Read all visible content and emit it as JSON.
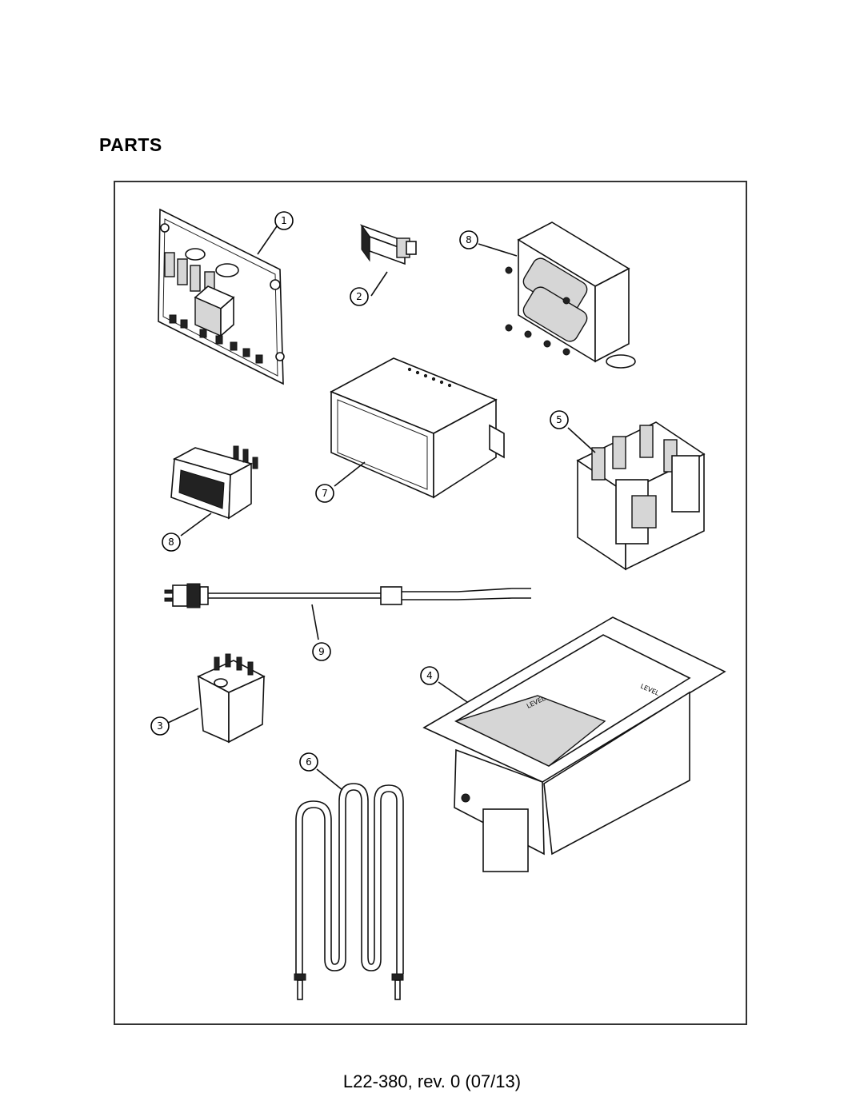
{
  "page": {
    "title": "PARTS",
    "footer": "L22-380, rev. 0 (07/13)"
  },
  "callouts": [
    {
      "id": "1",
      "label": "1"
    },
    {
      "id": "2",
      "label": "2"
    },
    {
      "id": "8a",
      "label": "8"
    },
    {
      "id": "5",
      "label": "5"
    },
    {
      "id": "7",
      "label": "7"
    },
    {
      "id": "8b",
      "label": "8"
    },
    {
      "id": "9",
      "label": "9"
    },
    {
      "id": "4",
      "label": "4"
    },
    {
      "id": "3",
      "label": "3"
    },
    {
      "id": "6",
      "label": "6"
    }
  ],
  "icons": [
    "circuit-board",
    "indicator-light",
    "transformer",
    "controller-module",
    "contactor",
    "rocker-switch",
    "power-cord",
    "relay",
    "well-pan",
    "heating-element"
  ]
}
